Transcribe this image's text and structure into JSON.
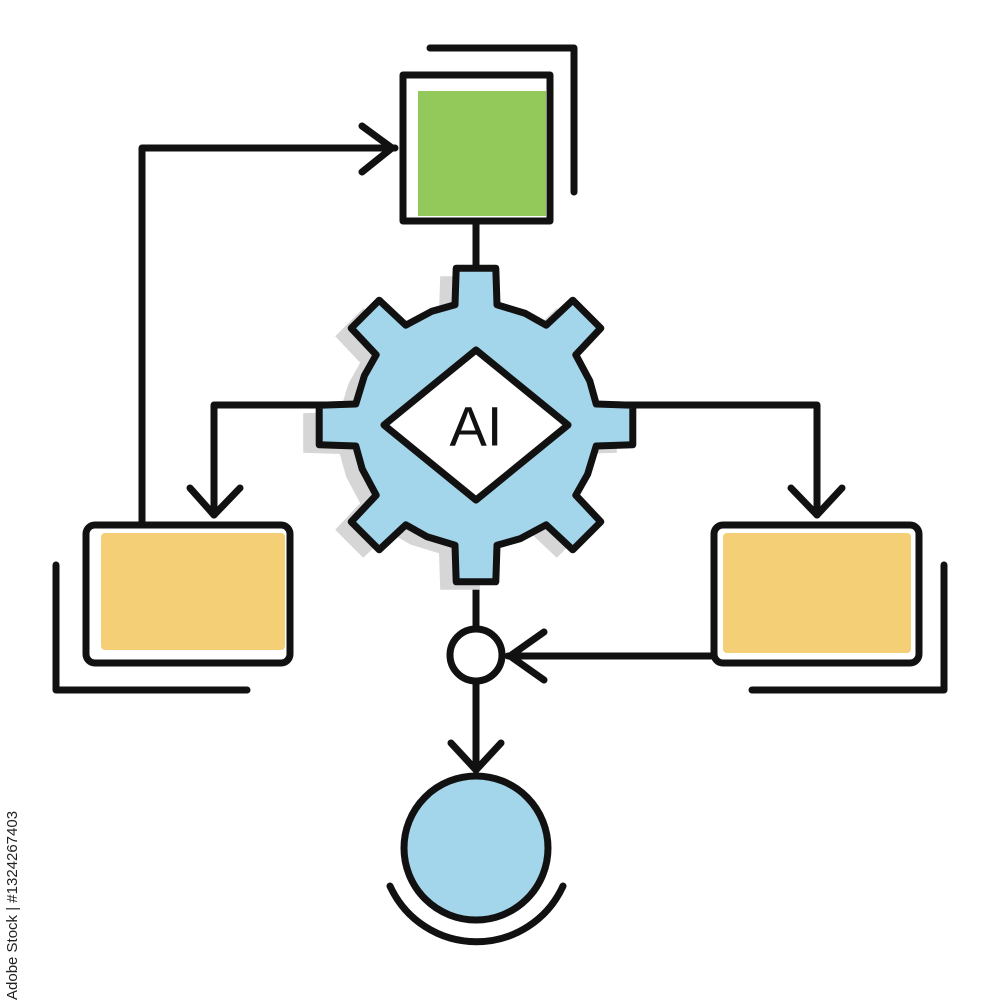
{
  "diagram": {
    "center_label": "AI",
    "stock_id": "Adobe Stock | #1324267403",
    "colors": {
      "outline": "#111111",
      "top_box_fill": "#93c95a",
      "side_box_fill": "#f4cf75",
      "gear_fill": "#a3d6ea",
      "gear_shadow": "#d6d6d6",
      "end_circle_fill": "#a3d6ea",
      "background": "#ffffff"
    },
    "nodes": [
      {
        "id": "top-box",
        "shape": "square",
        "fill": "green"
      },
      {
        "id": "ai-gear",
        "shape": "gear",
        "fill": "light-blue",
        "label": "AI"
      },
      {
        "id": "left-box",
        "shape": "rounded-rectangle",
        "fill": "yellow"
      },
      {
        "id": "right-box",
        "shape": "rounded-rectangle",
        "fill": "yellow"
      },
      {
        "id": "merge-node",
        "shape": "small-circle",
        "fill": "white"
      },
      {
        "id": "end-node",
        "shape": "circle",
        "fill": "light-blue"
      }
    ],
    "edges": [
      {
        "from": "left-box",
        "to": "top-box",
        "arrow": true
      },
      {
        "from": "top-box",
        "to": "ai-gear",
        "arrow": false
      },
      {
        "from": "ai-gear",
        "to": "left-box",
        "arrow": true
      },
      {
        "from": "ai-gear",
        "to": "right-box",
        "arrow": true
      },
      {
        "from": "ai-gear",
        "to": "merge-node",
        "arrow": false
      },
      {
        "from": "right-box",
        "to": "merge-node",
        "arrow": true
      },
      {
        "from": "merge-node",
        "to": "end-node",
        "arrow": true
      }
    ]
  }
}
